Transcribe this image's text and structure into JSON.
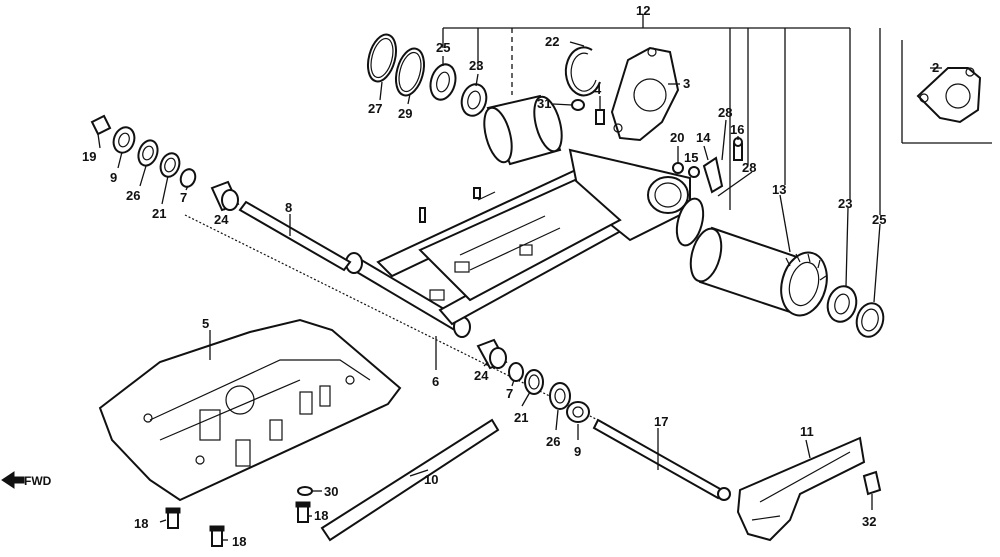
{
  "diagram": {
    "fwd_label": "FWD",
    "parts": {
      "p2": "2",
      "p3": "3",
      "p4": "4",
      "p5": "5",
      "p6": "6",
      "p7a": "7",
      "p7b": "7",
      "p8": "8",
      "p9a": "9",
      "p9b": "9",
      "p10": "10",
      "p11": "11",
      "p12": "12",
      "p13": "13",
      "p14": "14",
      "p15": "15",
      "p16": "16",
      "p17": "17",
      "p18a": "18",
      "p18b": "18",
      "p18c": "18",
      "p19": "19",
      "p20": "20",
      "p21a": "21",
      "p21b": "21",
      "p22": "22",
      "p23a": "23",
      "p23b": "23",
      "p24a": "24",
      "p24b": "24",
      "p25a": "25",
      "p25b": "25",
      "p26a": "26",
      "p26b": "26",
      "p27": "27",
      "p28a": "28",
      "p28b": "28",
      "p29": "29",
      "p30": "30",
      "p31": "31",
      "p32": "32"
    }
  }
}
